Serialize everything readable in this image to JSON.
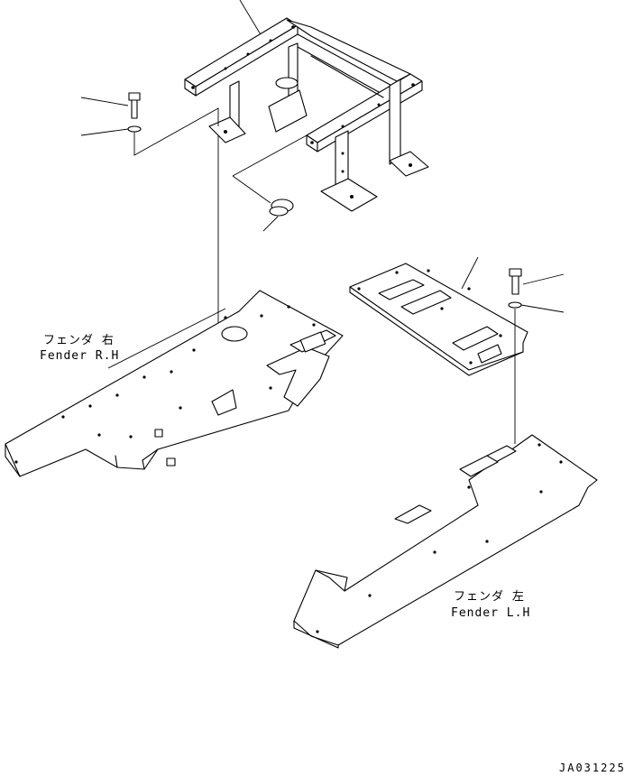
{
  "labels": {
    "fender_rh_jp": "フェンダ 右",
    "fender_rh_en": "Fender R.H",
    "fender_lh_jp": "フェンダ 左",
    "fender_lh_en": "Fender L.H"
  },
  "drawing_code": "JA031225"
}
